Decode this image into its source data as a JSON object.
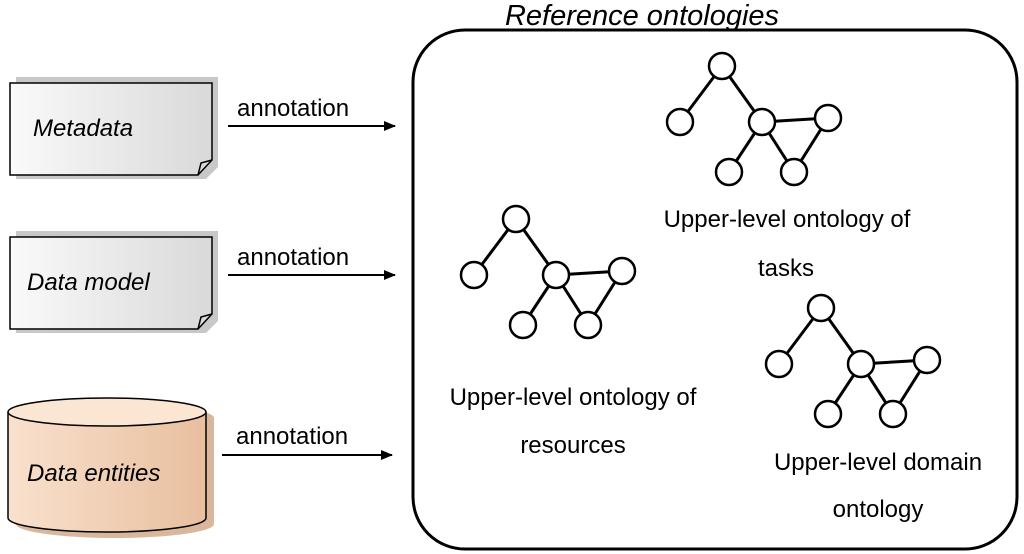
{
  "title": "Reference ontologies",
  "sources": [
    {
      "id": "metadata",
      "label": "Metadata",
      "shape": "document",
      "fill": "#eeeeee"
    },
    {
      "id": "data-model",
      "label": "Data model",
      "shape": "document",
      "fill": "#eeeeee"
    },
    {
      "id": "data-entities",
      "label": "Data entities",
      "shape": "cylinder",
      "fill": "#f6d8c0"
    }
  ],
  "arrow_label": "annotation",
  "ontologies": [
    {
      "id": "tasks",
      "label_lines": [
        "Upper-level ontology of",
        "tasks"
      ]
    },
    {
      "id": "resources",
      "label_lines": [
        "Upper-level ontology of",
        "resources"
      ]
    },
    {
      "id": "domain",
      "label_lines": [
        "Upper-level domain",
        "ontology"
      ]
    }
  ],
  "colors": {
    "stroke": "#000000",
    "node_fill": "#ffffff",
    "doc_shadow": "#c8c8c8",
    "cyl_shadow": "#d9b79c"
  }
}
